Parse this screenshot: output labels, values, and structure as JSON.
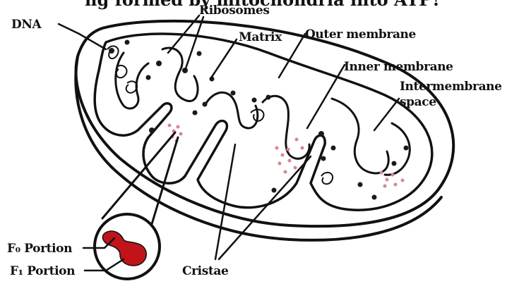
{
  "title_fragment": "ng formed by mitochondria into ATP?",
  "labels": {
    "dna": "DNA",
    "ribosomes": "Ribosomes",
    "matrix": "Matrix",
    "outer_membrane": "Outer membrane",
    "inner_membrane": "Inner membrane",
    "intermembrane_space_line1": "Intermembrane",
    "intermembrane_space_line2": "space",
    "f0_portion": "F₀ Portion",
    "f1_portion": "F₁ Portion",
    "cristae": "Cristae"
  },
  "colors": {
    "outline": "#111111",
    "atp_synthase_head": "#c0141a",
    "particles": "#d9868f",
    "dots": "#1a1a1a"
  }
}
